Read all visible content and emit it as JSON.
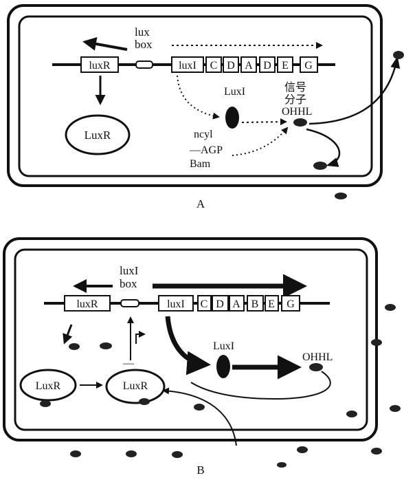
{
  "panel_a": {
    "panel_label": "A",
    "lux_box_line1": "lux",
    "lux_box_line2": "box",
    "genes": [
      "luxR",
      "luxI",
      "C",
      "D",
      "A",
      "D",
      "E",
      "G"
    ],
    "luxi_protein": "LuxI",
    "luxr_protein": "LuxR",
    "signal_line1": "信号",
    "signal_line2": "分子",
    "signal_line3": "OHHL",
    "substrate_line1": "ncyl",
    "substrate_line2": "—AGP",
    "substrate_line3": "Bam"
  },
  "panel_b": {
    "panel_label": "B",
    "lux_box_line1": "luxI",
    "lux_box_line2": "box",
    "genes": [
      "luxR",
      "luxI",
      "C",
      "D",
      "A",
      "B",
      "E",
      "G"
    ],
    "luxi_protein": "LuxI",
    "luxr_free": "LuxR",
    "luxr_bound": "LuxR",
    "signal": "OHHL",
    "repress_mark": "—"
  },
  "colors": {
    "ink": "#111111",
    "paper": "#ffffff"
  }
}
